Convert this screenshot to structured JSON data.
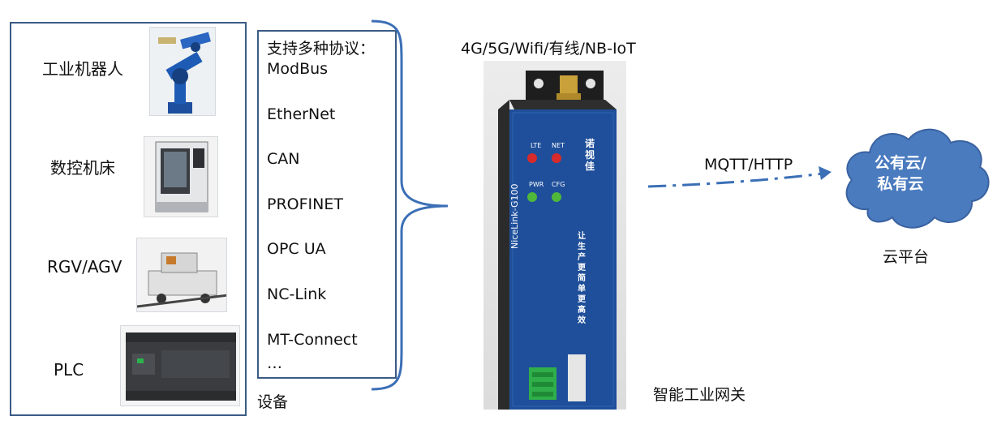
{
  "devices": {
    "items": [
      {
        "label": "工业机器人"
      },
      {
        "label": "数控机床"
      },
      {
        "label": "RGV/AGV"
      },
      {
        "label": "PLC"
      }
    ],
    "caption": "设备"
  },
  "protocols": {
    "title": "支持多种协议：",
    "items": [
      "ModBus",
      "EtherNet",
      "CAN",
      "PROFINET",
      "OPC UA",
      "NC-Link",
      "MT-Connect",
      "…"
    ]
  },
  "gateway": {
    "network_label": "4G/5G/Wifi/有线/NB-IoT",
    "caption": "智能工业网关",
    "led_labels": [
      "LTE",
      "NET",
      "PWR",
      "CFG"
    ],
    "model": "NiceLink-G100",
    "brand": "诺视佳",
    "slogan": "让生产更简单更高效"
  },
  "link": {
    "label": "MQTT/HTTP"
  },
  "cloud": {
    "text_line1": "公有云/",
    "text_line2": "私有云",
    "caption": "云平台",
    "fill_color": "#4a7bbf",
    "stroke_color": "#3a62a0"
  },
  "colors": {
    "box_border": "#3b5b86",
    "bracket": "#3b6fb6",
    "arrow": "#3b6fb6",
    "gateway_body": "#1f4f9a"
  }
}
